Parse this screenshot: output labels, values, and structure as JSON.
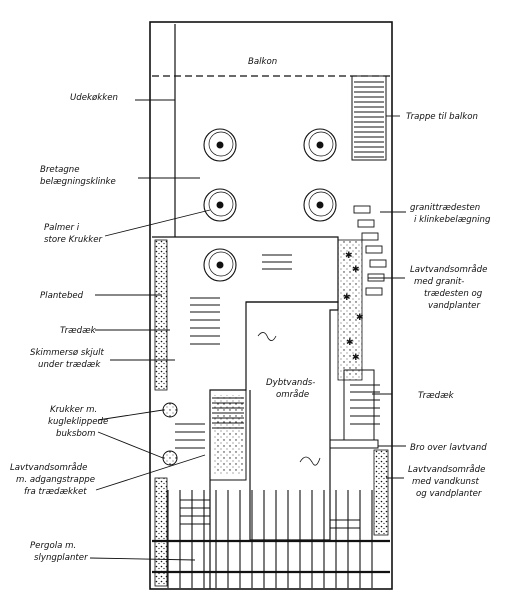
{
  "labels": {
    "balkon": "Balkon",
    "udekoekken": "Udekøkken",
    "bretagne_1": "Bretagne",
    "bretagne_2": "belægningsklinke",
    "palmer_1": "Palmer i",
    "palmer_2": "store Krukker",
    "plantebed": "Plantebed",
    "traedaek_left": "Trædæk",
    "skimmer_1": "Skimmersø skjult",
    "skimmer_2": "under trædæk",
    "krukker_1": "Krukker m.",
    "krukker_2": "kugleklippede",
    "krukker_3": "buksbom",
    "lavt_trappe_1": "Lavtvandsområde",
    "lavt_trappe_2": "m. adgangstrappe",
    "lavt_trappe_3": "fra trædækket",
    "pergola_1": "Pergola m.",
    "pergola_2": "slyngplanter",
    "trappe_balkon": "Trappe til balkon",
    "granit_1": "granittrædesten",
    "granit_2": "i klinkebelægning",
    "lavt_granit_1": "Lavtvandsområde",
    "lavt_granit_2": "med granit-",
    "lavt_granit_3": "trædesten og",
    "lavt_granit_4": "vandplanter",
    "dyb_1": "Dybtvands-",
    "dyb_2": "område",
    "traedaek_right": "Trædæk",
    "bro": "Bro over lavtvand",
    "lavt_kunst_1": "Lavtvandsområde",
    "lavt_kunst_2": "med vandkunst",
    "lavt_kunst_3": "og vandplanter"
  }
}
